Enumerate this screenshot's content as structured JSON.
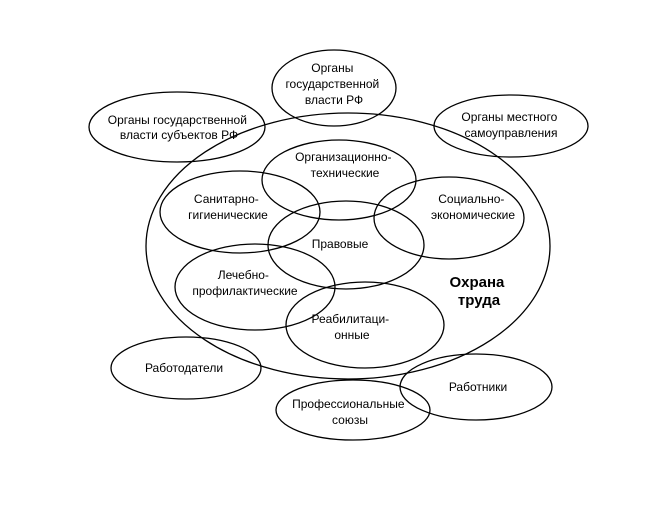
{
  "center": {
    "title_line1": "Охрана",
    "title_line2": "труда"
  },
  "aspects": {
    "org_tech": {
      "line1": "Организационно-",
      "line2": "технические"
    },
    "sanitary": {
      "line1": "Санитарно-",
      "line2": "гигиенические"
    },
    "social": {
      "line1": "Социально-",
      "line2": "экономические"
    },
    "legal": {
      "line1": "Правовые"
    },
    "medical": {
      "line1": "Лечебно-",
      "line2": "профилактические"
    },
    "rehab": {
      "line1": "Реабилитаци-",
      "line2": "онные"
    }
  },
  "actors": {
    "regional": {
      "line1": "Органы государственной",
      "line2": "власти субъектов РФ"
    },
    "federal": {
      "line1": "Органы",
      "line2": "государственной",
      "line3": "власти РФ"
    },
    "local": {
      "line1": "Органы местного",
      "line2": "самоуправления"
    },
    "employers": {
      "line1": "Работодатели"
    },
    "unions": {
      "line1": "Профессиональные",
      "line2": "союзы"
    },
    "workers": {
      "line1": "Работники"
    }
  }
}
